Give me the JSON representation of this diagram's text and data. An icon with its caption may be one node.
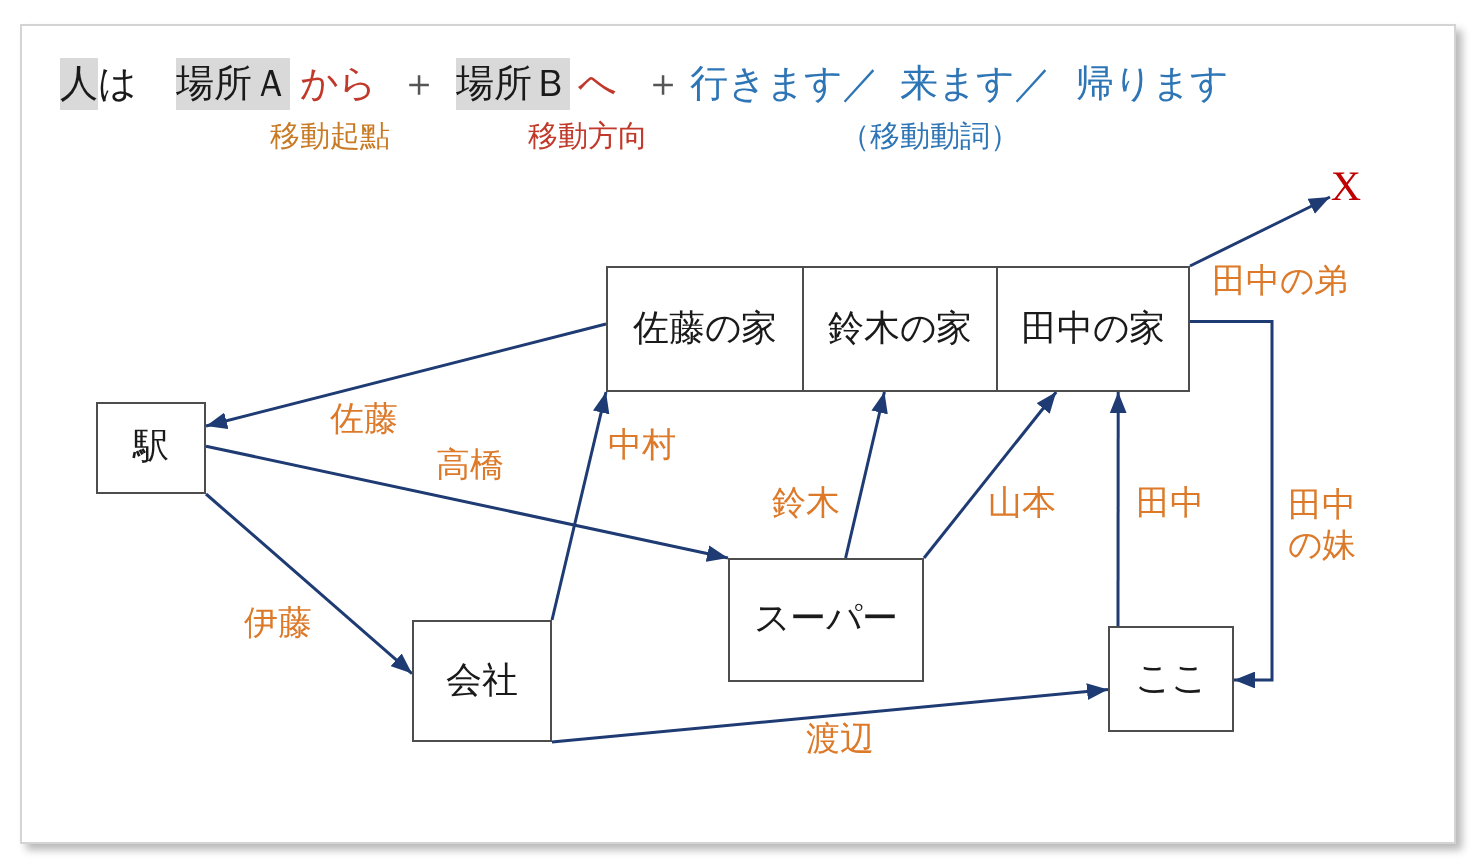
{
  "diagram": {
    "nodes": [
      {
        "text": [
          "佐藤の家"
        ]
      },
      {
        "text": [
          "鈴木の家"
        ]
      },
      {
        "text": [
          "田中の家"
        ]
      },
      {
        "text": [
          "X"
        ]
      },
      {
        "text": [
          "駅"
        ]
      },
      {
        "text": [
          "スーパー"
        ]
      },
      {
        "text": [
          "会社"
        ]
      },
      {
        "text": [
          "ここ"
        ]
      }
    ],
    "edges": [
      {
        "from": 0,
        "to": 4,
        "arrow": "to",
        "label": "佐藤"
      },
      {
        "from": 4,
        "to": 5,
        "arrow": "to",
        "label": "高橋"
      },
      {
        "from": 4,
        "to": 6,
        "arrow": "to",
        "label": "伊藤"
      },
      {
        "from": 6,
        "to": 0,
        "arrow": "to",
        "label": "中村"
      },
      {
        "from": 5,
        "to": 1,
        "arrow": "to",
        "label": "鈴木"
      },
      {
        "from": 5,
        "to": 2,
        "arrow": "to",
        "label": "山本"
      },
      {
        "from": 7,
        "to": 2,
        "arrow": "to",
        "label": "田中"
      },
      {
        "from": 2,
        "to": 7,
        "arrow": "to",
        "label": "田中の妹"
      },
      {
        "from": 6,
        "to": 7,
        "arrow": "to",
        "label": "渡辺"
      },
      {
        "from": 2,
        "to": 3,
        "arrow": "to",
        "label": "田中の弟"
      }
    ],
    "labels": [
      "人",
      "は",
      "場所Ａ",
      "から",
      "＋",
      "場所Ｂ",
      "へ",
      "＋",
      "行きます／",
      "来ます／",
      "帰ります",
      "移動起點",
      "移動方向",
      "（移動動詞）"
    ]
  }
}
